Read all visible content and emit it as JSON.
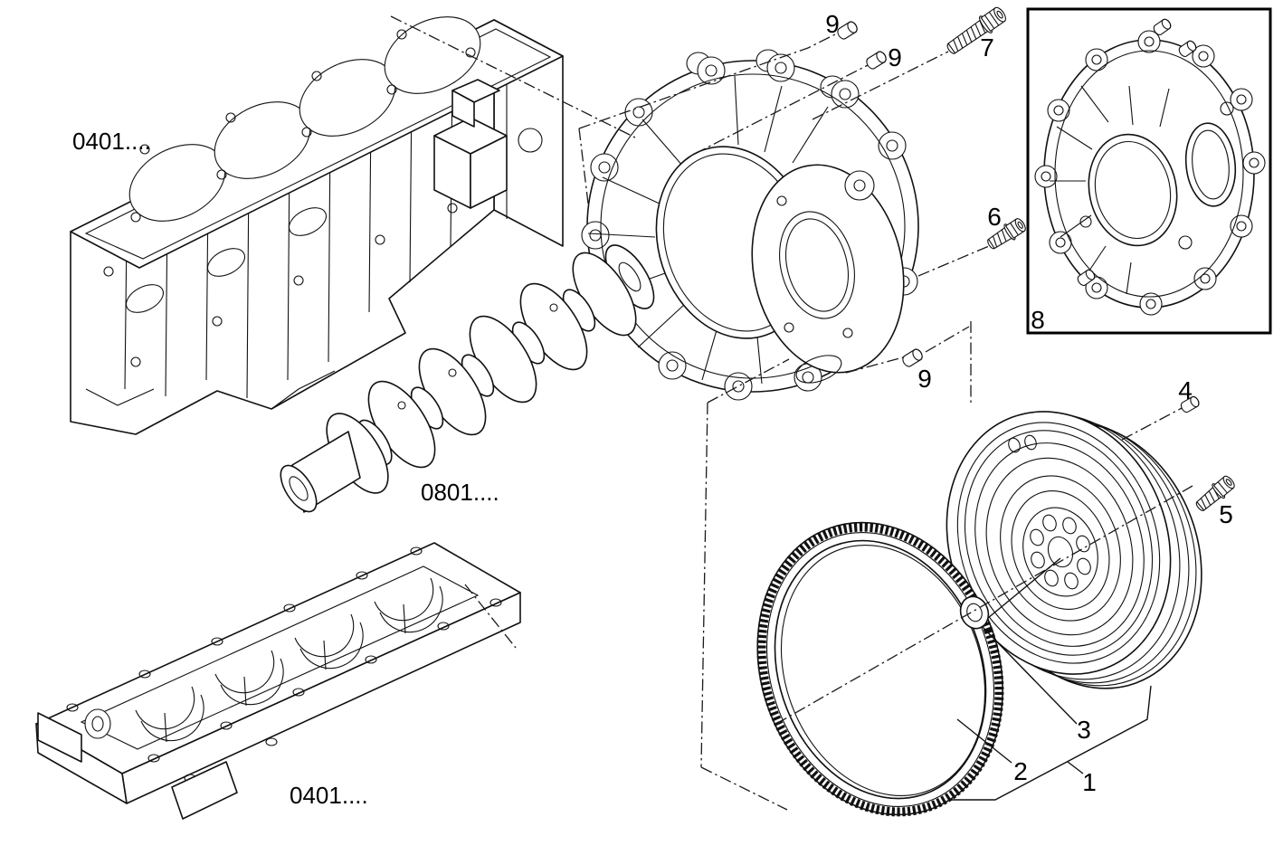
{
  "page": {
    "background_color": "#ffffff",
    "line_color": "#111111"
  },
  "labels": {
    "engine_block_code": "0401....",
    "crankshaft_code": "0801....",
    "crankcase_code": "0401....",
    "callout_1": "1",
    "callout_2": "2",
    "callout_3": "3",
    "callout_4": "4",
    "callout_5": "5",
    "callout_6": "6",
    "callout_7": "7",
    "callout_8": "8",
    "callout_9a": "9",
    "callout_9b": "9",
    "callout_9c": "9"
  },
  "parts": {
    "engine_block": "engine block (ref 0401....)",
    "crankshaft": "crankshaft (ref 0801....)",
    "lower_crankcase": "lower crankcase (ref 0401....)",
    "flywheel_housing": "flywheel housing",
    "flywheel_housing_rear_view": "flywheel housing rear view (item 8)",
    "flywheel": "flywheel (assembly item 1)",
    "ring_gear": "starter ring gear (item 2)",
    "bushing": "spacer bushing (item 3)",
    "pin_4": "dowel pin (item 4)",
    "bolt_5": "hex flange bolt (item 5)",
    "bolt_6": "hex flange bolt (item 6)",
    "bolt_7": "hex flange bolt (item 7)",
    "dowel_9": "dowel sleeve (item 9)"
  }
}
